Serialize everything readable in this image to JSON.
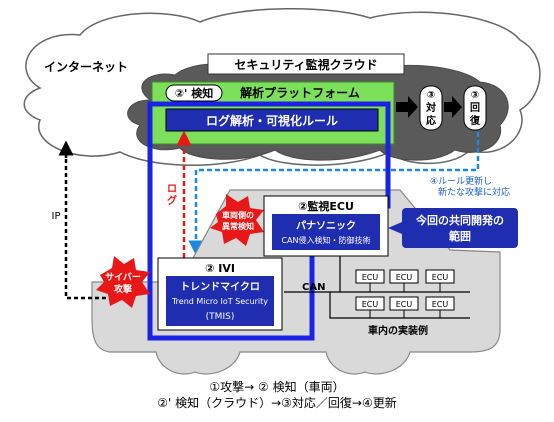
{
  "internet_label": "インターネット",
  "cloud": {
    "title": "セキュリティ監視クラウド",
    "detect_label": "②' 検知",
    "platform_label": "解析プラットフォーム",
    "log_rule": "ログ解析・可視化ルール",
    "step_respond": [
      "③",
      "対",
      "応"
    ],
    "step_recover": [
      "③",
      "回",
      "復"
    ]
  },
  "rule_update": [
    "④ルール更新し",
    "新たな攻撃に対応"
  ],
  "ip_label": "IP",
  "log_label": [
    "ロ",
    "グ"
  ],
  "attack_burst": [
    "サイバー",
    "攻撃"
  ],
  "anomaly_burst": [
    "車両側の",
    "異常検知"
  ],
  "ecu_monitor": {
    "title": "②監視ECU",
    "vendor": "パナソニック",
    "function": "CAN侵入検知・防御技術"
  },
  "ivi": {
    "title": "② IVI",
    "vendor": "トレンドマイクロ",
    "product": "Trend Micro IoT Security",
    "abbr": "(TMIS)"
  },
  "joint_dev": [
    "今回の共同開発の",
    "範囲"
  ],
  "can_label": "CAN",
  "ecu_labels": [
    "ECU",
    "ECU",
    "ECU",
    "ECU",
    "ECU",
    "ECU"
  ],
  "in_vehicle_label": "車内の実装例",
  "flow_line1": "①攻撃→ ② 検知（車両）",
  "flow_line2": "②' 検知（クラウド）→③対応／回復→④更新",
  "colors": {
    "navy": "#1f2db0",
    "blue": "#1a22e6",
    "green": "#7de05a",
    "red": "#e81818",
    "dark_gray": "#5a5a5a",
    "light_gray": "#d9d9d9"
  }
}
